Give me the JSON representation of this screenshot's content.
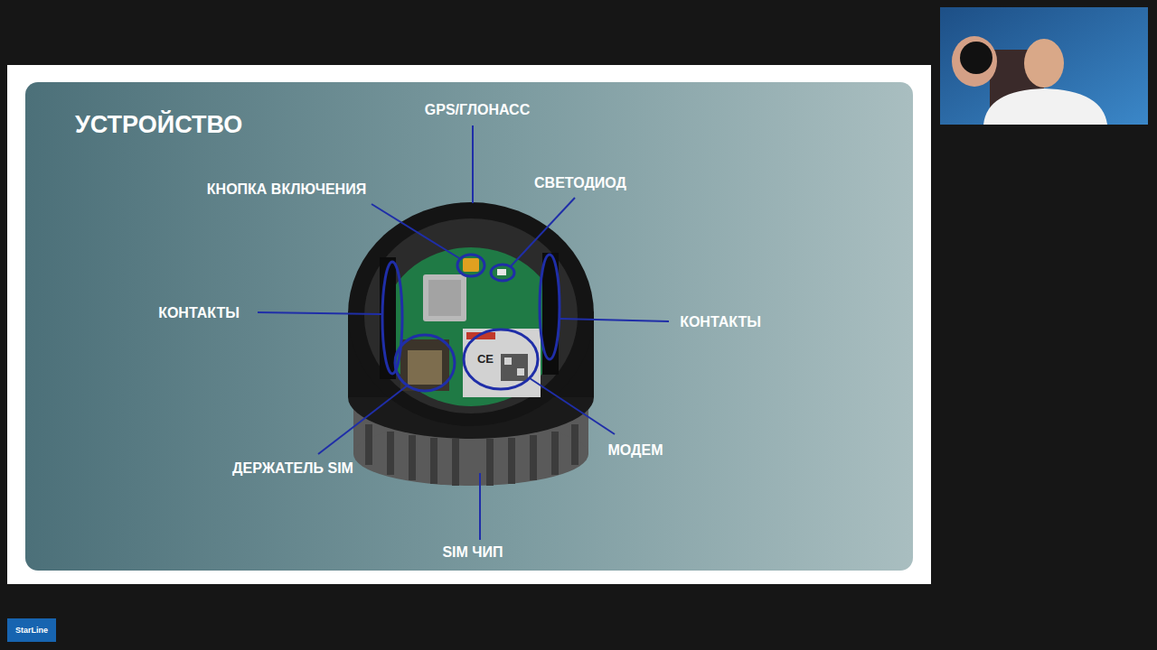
{
  "diagram": {
    "title": "УСТРОЙСТВО",
    "labels": [
      "GPS/ГЛОНАСС",
      "КНОПКА ВКЛЮЧЕНИЯ",
      "СВЕТОДИОД",
      "КОНТАКТЫ",
      "КОНТАКТЫ",
      "ДЕРЖАТЕЛЬ SIM",
      "МОДЕМ",
      "SIM ЧИП",
      "CE",
      "StarLine"
    ]
  }
}
